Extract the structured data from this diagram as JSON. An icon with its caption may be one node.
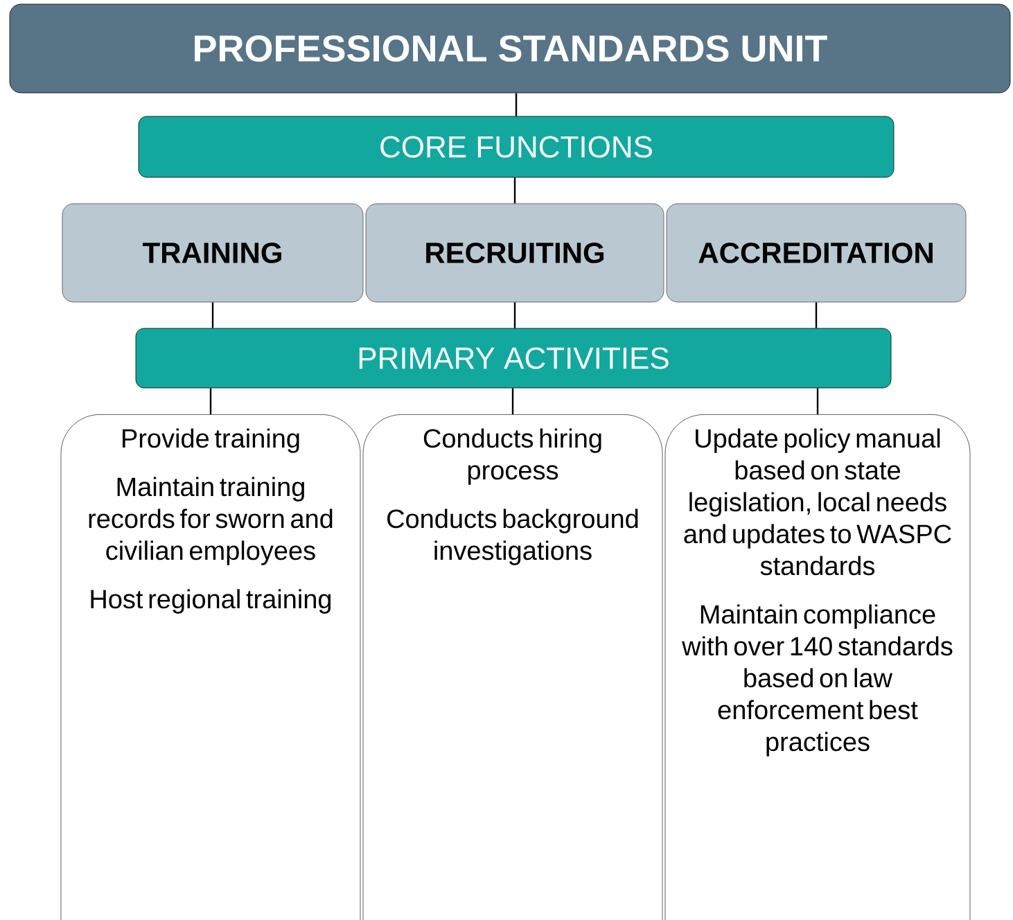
{
  "diagram": {
    "nodes": [
      {
        "text": [
          "PROFESSIONAL STANDARDS UNIT"
        ]
      },
      {
        "text": [
          "CORE FUNCTIONS"
        ]
      },
      {
        "text": [
          "TRAINING"
        ]
      },
      {
        "text": [
          "RECRUITING"
        ]
      },
      {
        "text": [
          "ACCREDITATION"
        ]
      },
      {
        "text": [
          "PRIMARY ACTIVITIES"
        ]
      },
      {
        "text": [
          "Provide training",
          "Maintain training records for sworn and civilian employees",
          "Host regional training"
        ]
      },
      {
        "text": [
          "Conducts hiring process",
          "Conducts background investigations"
        ]
      },
      {
        "text": [
          "Update policy manual based on state legislation, local needs and updates to WASPC standards",
          "Maintain compliance with over 140 standards based on law enforcement best practices"
        ]
      }
    ],
    "edges": [
      {
        "from": 0,
        "to": 1,
        "arrow": "none"
      },
      {
        "from": 1,
        "to": 3,
        "arrow": "none"
      },
      {
        "from": 2,
        "to": 5,
        "arrow": "none"
      },
      {
        "from": 3,
        "to": 5,
        "arrow": "none"
      },
      {
        "from": 4,
        "to": 5,
        "arrow": "none"
      },
      {
        "from": 5,
        "to": 6,
        "arrow": "none"
      },
      {
        "from": 5,
        "to": 7,
        "arrow": "none"
      },
      {
        "from": 5,
        "to": 8,
        "arrow": "none"
      }
    ]
  }
}
